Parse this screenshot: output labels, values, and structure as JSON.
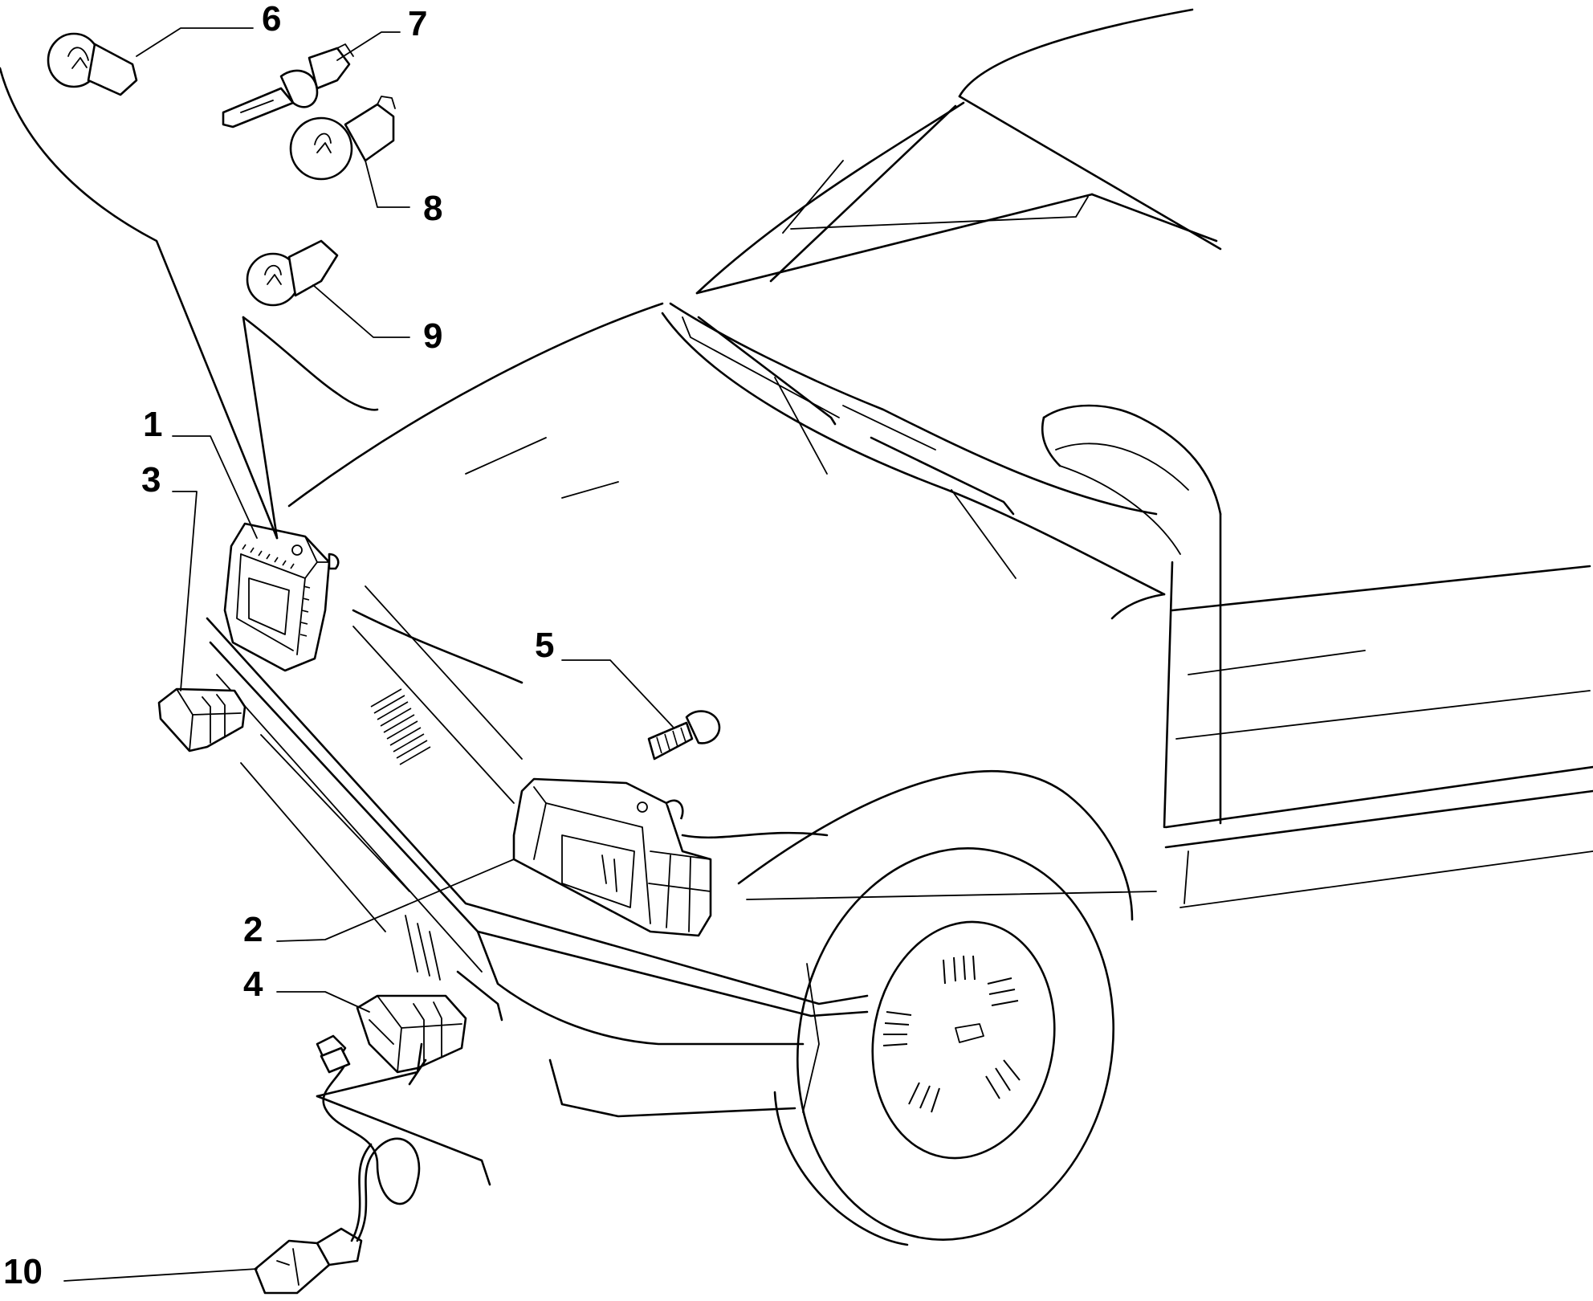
{
  "diagram": {
    "callouts": [
      {
        "id": "1",
        "text": "1"
      },
      {
        "id": "2",
        "text": "2"
      },
      {
        "id": "3",
        "text": "3"
      },
      {
        "id": "4",
        "text": "4"
      },
      {
        "id": "5",
        "text": "5"
      },
      {
        "id": "6",
        "text": "6"
      },
      {
        "id": "7",
        "text": "7"
      },
      {
        "id": "8",
        "text": "8"
      },
      {
        "id": "9",
        "text": "9"
      },
      {
        "id": "10",
        "text": "10"
      }
    ]
  }
}
